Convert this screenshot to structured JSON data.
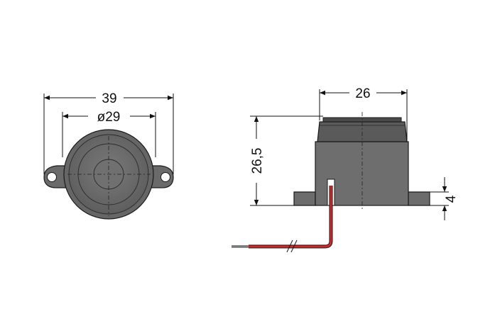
{
  "dimensions": {
    "overall_width": "39",
    "body_diameter": "ø29",
    "top_width": "26",
    "height": "26,5",
    "flange_height": "4"
  },
  "colors": {
    "body": "#6e6e6e",
    "body_dark": "#5a5a5a",
    "top_cap": "#565656",
    "wire_red": "#d0282a",
    "wire_core": "#9a9a9a"
  }
}
